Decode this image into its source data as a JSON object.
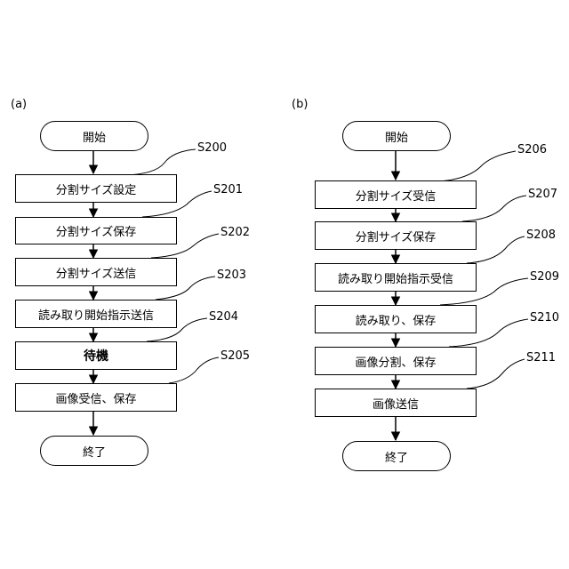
{
  "panels": [
    {
      "label": "(a)",
      "start": "開始",
      "end": "終了",
      "steps": [
        {
          "id": "S200",
          "text": "分割サイズ設定"
        },
        {
          "id": "S201",
          "text": "分割サイズ保存"
        },
        {
          "id": "S202",
          "text": "分割サイズ送信"
        },
        {
          "id": "S203",
          "text": "読み取り開始指示送信"
        },
        {
          "id": "S204",
          "text": "待機"
        },
        {
          "id": "S205",
          "text": "画像受信、保存"
        }
      ]
    },
    {
      "label": "(b)",
      "start": "開始",
      "end": "終了",
      "steps": [
        {
          "id": "S206",
          "text": "分割サイズ受信"
        },
        {
          "id": "S207",
          "text": "分割サイズ保存"
        },
        {
          "id": "S208",
          "text": "読み取り開始指示受信"
        },
        {
          "id": "S209",
          "text": "読み取り、保存"
        },
        {
          "id": "S210",
          "text": "画像分割、保存"
        },
        {
          "id": "S211",
          "text": "画像送信"
        }
      ]
    }
  ]
}
